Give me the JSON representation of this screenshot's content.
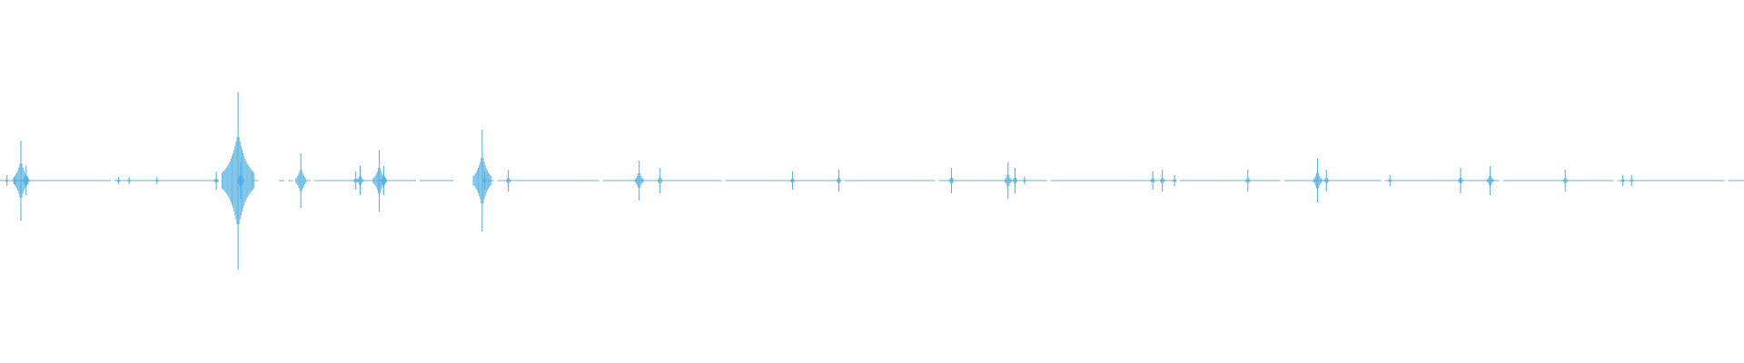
{
  "waveform": {
    "color": "#4aaee0",
    "background": "#ffffff",
    "baseline_level": 0.0,
    "bursts": [
      {
        "t": 0.004,
        "amp": 0.03
      },
      {
        "t": 0.008,
        "amp": 0.02
      },
      {
        "t": 0.012,
        "amp": 0.22
      },
      {
        "t": 0.015,
        "amp": 0.08
      },
      {
        "t": 0.068,
        "amp": 0.02
      },
      {
        "t": 0.074,
        "amp": 0.02
      },
      {
        "t": 0.09,
        "amp": 0.02
      },
      {
        "t": 0.124,
        "amp": 0.05
      },
      {
        "t": 0.1365,
        "amp": 0.49
      },
      {
        "t": 0.138,
        "amp": 0.1
      },
      {
        "t": 0.1725,
        "amp": 0.15
      },
      {
        "t": 0.204,
        "amp": 0.05
      },
      {
        "t": 0.2065,
        "amp": 0.08
      },
      {
        "t": 0.2175,
        "amp": 0.17
      },
      {
        "t": 0.22,
        "amp": 0.08
      },
      {
        "t": 0.2765,
        "amp": 0.28
      },
      {
        "t": 0.278,
        "amp": 0.05
      },
      {
        "t": 0.2915,
        "amp": 0.06
      },
      {
        "t": 0.3665,
        "amp": 0.11
      },
      {
        "t": 0.3785,
        "amp": 0.07
      },
      {
        "t": 0.4545,
        "amp": 0.05
      },
      {
        "t": 0.481,
        "amp": 0.06
      },
      {
        "t": 0.5455,
        "amp": 0.07
      },
      {
        "t": 0.578,
        "amp": 0.1
      },
      {
        "t": 0.582,
        "amp": 0.07
      },
      {
        "t": 0.5875,
        "amp": 0.02
      },
      {
        "t": 0.661,
        "amp": 0.05
      },
      {
        "t": 0.6665,
        "amp": 0.06
      },
      {
        "t": 0.6735,
        "amp": 0.03
      },
      {
        "t": 0.7155,
        "amp": 0.06
      },
      {
        "t": 0.7555,
        "amp": 0.12
      },
      {
        "t": 0.7605,
        "amp": 0.06
      },
      {
        "t": 0.797,
        "amp": 0.03
      },
      {
        "t": 0.8375,
        "amp": 0.07
      },
      {
        "t": 0.8545,
        "amp": 0.08
      },
      {
        "t": 0.8975,
        "amp": 0.06
      },
      {
        "t": 0.9305,
        "amp": 0.03
      },
      {
        "t": 0.9355,
        "amp": 0.03
      }
    ],
    "noise_segments": [
      [
        0.0,
        0.125
      ],
      [
        0.145,
        0.15
      ],
      [
        0.16,
        0.168
      ],
      [
        0.175,
        0.26
      ],
      [
        0.28,
        1.0
      ]
    ]
  }
}
